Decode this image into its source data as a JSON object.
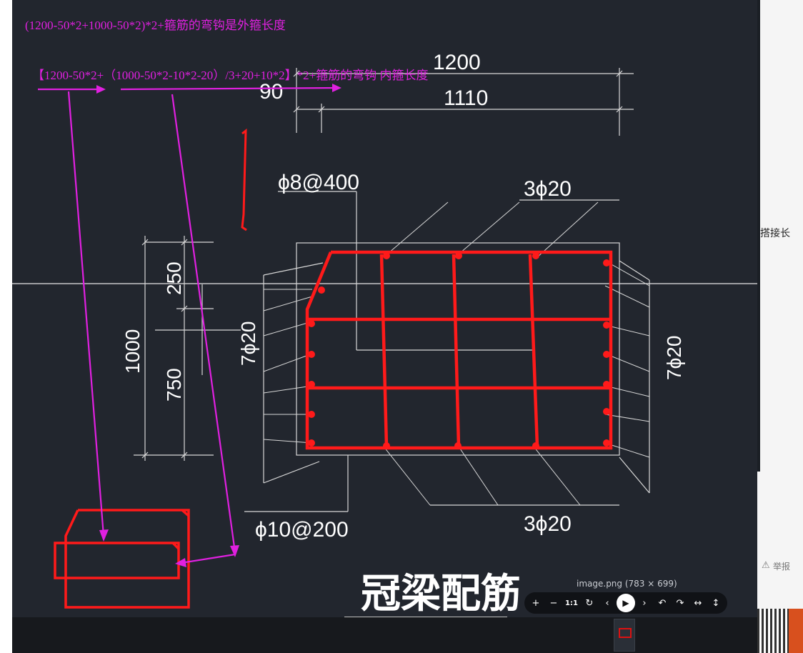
{
  "annotations": {
    "outer_formula": "(1200-50*2+1000-50*2)*2+箍筋的弯钩是外箍长度",
    "inner_formula": "【1200-50*2+（1000-50*2-10*2-20）/3+20+10*2】*2+箍筋的弯钩    内箍长度"
  },
  "drawing": {
    "dim_top": "1200",
    "dim_second": "1110",
    "dim_left_small": "90",
    "dim_side_total": "1000",
    "dim_side_upper": "250",
    "dim_side_lower": "750",
    "stirrup_top": "ϕ8@400",
    "stirrup_bottom": "ϕ10@200",
    "rebar_top": "3ϕ20",
    "rebar_bottom": "3ϕ20",
    "rebar_left": "7ϕ20",
    "rebar_right": "7ϕ20",
    "title": "冠梁配筋"
  },
  "viewer": {
    "image_info": "image.png (783 × 699)",
    "toolbar": {
      "zoom_in": "+",
      "zoom_out": "−",
      "actual_size": "1:1",
      "rotate": "↻",
      "prev": "‹",
      "play": "▶",
      "next": "›",
      "rotate_left": "↶",
      "rotate_right": "↷",
      "flip_h": "↔",
      "flip_v": "↕"
    }
  },
  "side_panel": {
    "snippet": "搭接长",
    "report": "举报"
  },
  "colors": {
    "background": "#22262e",
    "rebar": "#ff1a1a",
    "annotation": "#e020e0",
    "lines": "#d8d8d8"
  }
}
